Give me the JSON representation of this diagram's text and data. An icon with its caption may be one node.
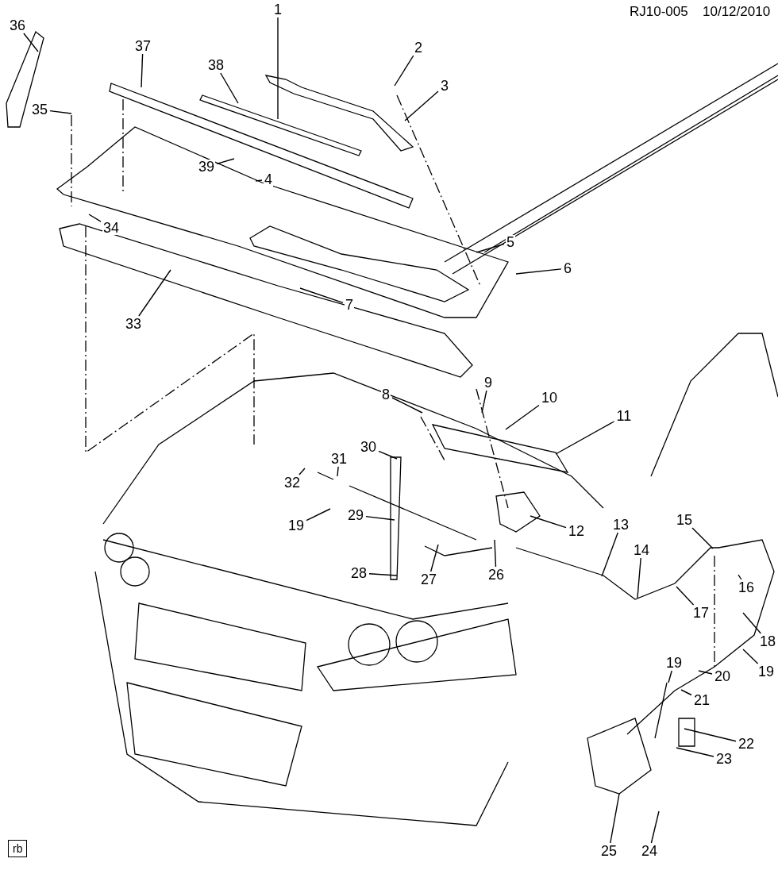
{
  "diagram": {
    "nodes": [
      {
        "text": [
          "1"
        ]
      },
      {
        "text": [
          "2"
        ]
      },
      {
        "text": [
          "3"
        ]
      },
      {
        "text": [
          "4"
        ]
      },
      {
        "text": [
          "5"
        ]
      },
      {
        "text": [
          "6"
        ]
      },
      {
        "text": [
          "7"
        ]
      },
      {
        "text": [
          "8"
        ]
      },
      {
        "text": [
          "9"
        ]
      },
      {
        "text": [
          "10"
        ]
      },
      {
        "text": [
          "11"
        ]
      },
      {
        "text": [
          "12"
        ]
      },
      {
        "text": [
          "13"
        ]
      },
      {
        "text": [
          "14"
        ]
      },
      {
        "text": [
          "15"
        ]
      },
      {
        "text": [
          "16"
        ]
      },
      {
        "text": [
          "17"
        ]
      },
      {
        "text": [
          "18"
        ]
      },
      {
        "text": [
          "19"
        ]
      },
      {
        "text": [
          "19"
        ]
      },
      {
        "text": [
          "19"
        ]
      },
      {
        "text": [
          "20"
        ]
      },
      {
        "text": [
          "21"
        ]
      },
      {
        "text": [
          "22"
        ]
      },
      {
        "text": [
          "23"
        ]
      },
      {
        "text": [
          "24"
        ]
      },
      {
        "text": [
          "25"
        ]
      },
      {
        "text": [
          "26"
        ]
      },
      {
        "text": [
          "27"
        ]
      },
      {
        "text": [
          "28"
        ]
      },
      {
        "text": [
          "29"
        ]
      },
      {
        "text": [
          "30"
        ]
      },
      {
        "text": [
          "31"
        ]
      },
      {
        "text": [
          "32"
        ]
      },
      {
        "text": [
          "33"
        ]
      },
      {
        "text": [
          "34"
        ]
      },
      {
        "text": [
          "35"
        ]
      },
      {
        "text": [
          "36"
        ]
      },
      {
        "text": [
          "37"
        ]
      },
      {
        "text": [
          "38"
        ]
      },
      {
        "text": [
          "39"
        ]
      }
    ],
    "edges": [
      {
        "from": 0,
        "to": null,
        "arrow": "none"
      },
      {
        "from": 1,
        "to": null,
        "arrow": "none"
      },
      {
        "from": 2,
        "to": null,
        "arrow": "none"
      },
      {
        "from": 3,
        "to": null,
        "arrow": "none"
      },
      {
        "from": 4,
        "to": null,
        "arrow": "none"
      },
      {
        "from": 5,
        "to": null,
        "arrow": "none"
      },
      {
        "from": 6,
        "to": null,
        "arrow": "none"
      },
      {
        "from": 7,
        "to": null,
        "arrow": "none"
      },
      {
        "from": 8,
        "to": null,
        "arrow": "none"
      },
      {
        "from": 9,
        "to": null,
        "arrow": "none"
      },
      {
        "from": 10,
        "to": null,
        "arrow": "none"
      },
      {
        "from": 11,
        "to": null,
        "arrow": "none"
      },
      {
        "from": 12,
        "to": null,
        "arrow": "none"
      },
      {
        "from": 13,
        "to": null,
        "arrow": "none"
      },
      {
        "from": 14,
        "to": null,
        "arrow": "none"
      },
      {
        "from": 15,
        "to": null,
        "arrow": "none"
      },
      {
        "from": 16,
        "to": null,
        "arrow": "none"
      },
      {
        "from": 17,
        "to": null,
        "arrow": "none"
      },
      {
        "from": 18,
        "to": null,
        "arrow": "none"
      },
      {
        "from": 19,
        "to": null,
        "arrow": "none"
      },
      {
        "from": 20,
        "to": null,
        "arrow": "none"
      },
      {
        "from": 21,
        "to": null,
        "arrow": "none"
      },
      {
        "from": 22,
        "to": null,
        "arrow": "none"
      },
      {
        "from": 23,
        "to": null,
        "arrow": "none"
      },
      {
        "from": 24,
        "to": null,
        "arrow": "none"
      },
      {
        "from": 25,
        "to": null,
        "arrow": "none"
      },
      {
        "from": 26,
        "to": null,
        "arrow": "none"
      },
      {
        "from": 27,
        "to": null,
        "arrow": "none"
      },
      {
        "from": 28,
        "to": null,
        "arrow": "none"
      },
      {
        "from": 29,
        "to": null,
        "arrow": "none"
      },
      {
        "from": 30,
        "to": null,
        "arrow": "none"
      },
      {
        "from": 31,
        "to": null,
        "arrow": "none"
      },
      {
        "from": 32,
        "to": null,
        "arrow": "none"
      },
      {
        "from": 33,
        "to": null,
        "arrow": "none"
      },
      {
        "from": 34,
        "to": null,
        "arrow": "none"
      },
      {
        "from": 35,
        "to": null,
        "arrow": "none"
      },
      {
        "from": 36,
        "to": null,
        "arrow": "none"
      },
      {
        "from": 37,
        "to": null,
        "arrow": "none"
      },
      {
        "from": 38,
        "to": null,
        "arrow": "none"
      },
      {
        "from": 39,
        "to": null,
        "arrow": "none"
      },
      {
        "from": 40,
        "to": null,
        "arrow": "none"
      }
    ],
    "labels": [
      "RJ10-005",
      "10/12/2010",
      "rb"
    ]
  }
}
